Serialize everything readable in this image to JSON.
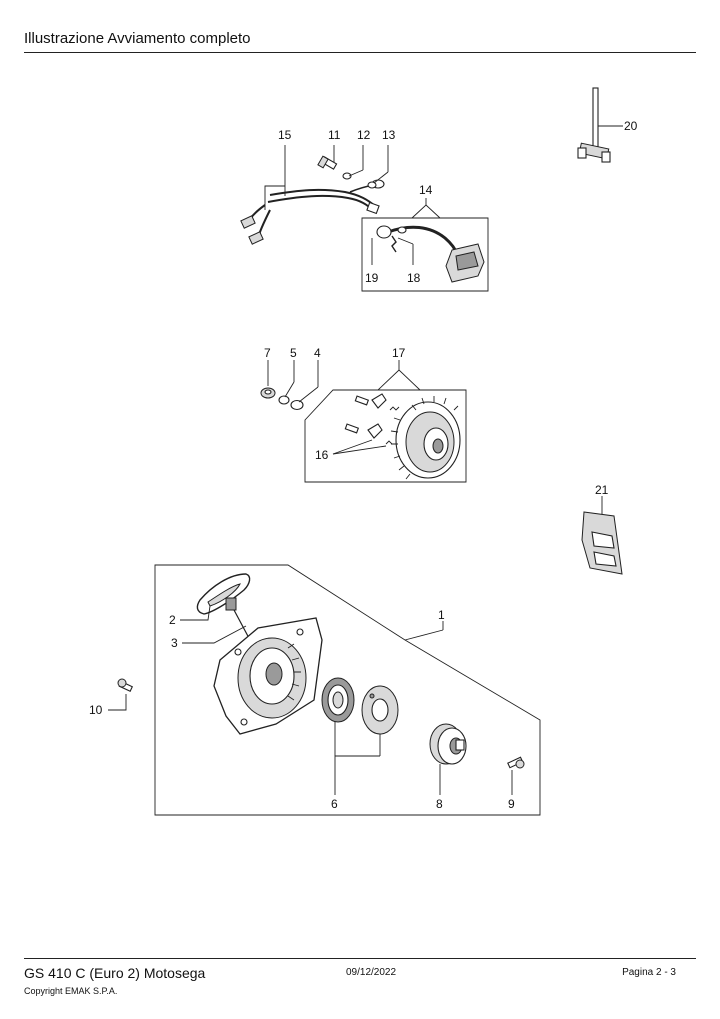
{
  "header": {
    "title": "Illustrazione  Avviamento completo"
  },
  "footer": {
    "model": "GS 410 C (Euro 2) Motosega",
    "date": "09/12/2022",
    "page": "Pagina 2 - 3",
    "copyright": "Copyright EMAK S.P.A."
  },
  "callouts": {
    "c1": "1",
    "c2": "2",
    "c3": "3",
    "c4": "4",
    "c5": "5",
    "c6": "6",
    "c7": "7",
    "c8": "8",
    "c9": "9",
    "c10": "10",
    "c11": "11",
    "c12": "12",
    "c13": "13",
    "c14": "14",
    "c15": "15",
    "c16": "16",
    "c17": "17",
    "c18": "18",
    "c19": "19",
    "c20": "20",
    "c21": "21"
  }
}
